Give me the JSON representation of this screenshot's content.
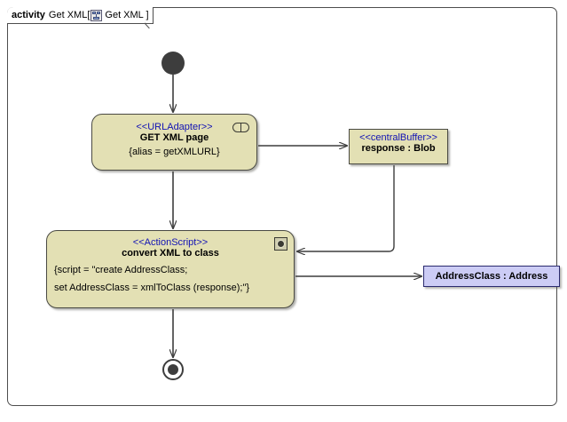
{
  "diagram": {
    "frame": {
      "keyword": "activity",
      "name": "Get XML[",
      "icon": "activity-diagram-icon",
      "label": "Get XML ]",
      "border_color": "#4d4d4d",
      "background": "#ffffff"
    },
    "colors": {
      "action_fill": "#e3e0b4",
      "action_border": "#4a4a43",
      "stereotype_text": "#1212b4",
      "object_fill": "#ccccf5",
      "object_border": "#2a2a6e",
      "edge": "#3d3d3d",
      "node_marker": "#3d3d3d"
    },
    "nodes": {
      "initial": {
        "name": "initial-node",
        "type": "initial"
      },
      "get_xml": {
        "name": "get-xml-page-action",
        "type": "action",
        "stereotype": "<<URLAdapter>>",
        "label": "GET XML page",
        "body": "{alias = getXMLURL}",
        "icon": "pill-marker-icon"
      },
      "buffer": {
        "name": "response-central-buffer",
        "type": "centralBuffer",
        "stereotype": "<<centralBuffer>>",
        "label": "response : Blob"
      },
      "convert": {
        "name": "convert-xml-to-class-action",
        "type": "action",
        "stereotype": "<<ActionScript>>",
        "label": "convert XML to class",
        "body_line_1": "{script = \"create AddressClass;",
        "body_line_2": "set AddressClass = xmlToClass (response);\"}",
        "icon": "script-marker-icon"
      },
      "address": {
        "name": "address-class-object",
        "type": "object",
        "label": "AddressClass : Address"
      },
      "final": {
        "name": "activity-final-node",
        "type": "final"
      }
    },
    "edges": [
      {
        "name": "edge-initial-to-get-xml",
        "from": "initial",
        "to": "get_xml"
      },
      {
        "name": "edge-get-xml-to-buffer",
        "from": "get_xml",
        "to": "buffer"
      },
      {
        "name": "edge-buffer-to-convert",
        "from": "buffer",
        "to": "convert"
      },
      {
        "name": "edge-get-xml-to-convert",
        "from": "get_xml",
        "to": "convert"
      },
      {
        "name": "edge-convert-to-address",
        "from": "convert",
        "to": "address"
      },
      {
        "name": "edge-convert-to-final",
        "from": "convert",
        "to": "final"
      }
    ]
  }
}
